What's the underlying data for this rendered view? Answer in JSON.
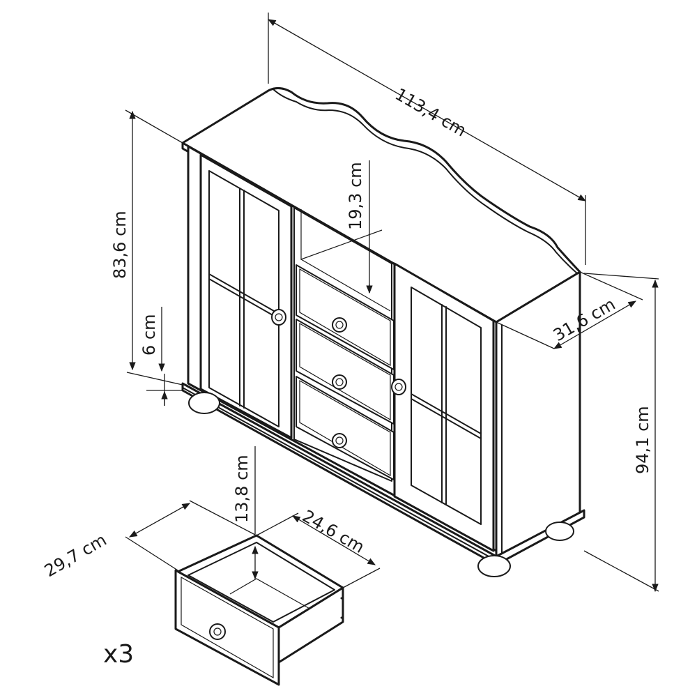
{
  "dimensions": {
    "width": "113,4 cm",
    "depth": "31,6 cm",
    "total_height": "94,1 cm",
    "body_height": "83,6 cm",
    "base_height": "6 cm",
    "niche_height": "19,3 cm",
    "drawer_height": "13,8 cm",
    "drawer_width": "24,6 cm",
    "drawer_depth": "29,7 cm"
  },
  "drawer_quantity": "x3"
}
